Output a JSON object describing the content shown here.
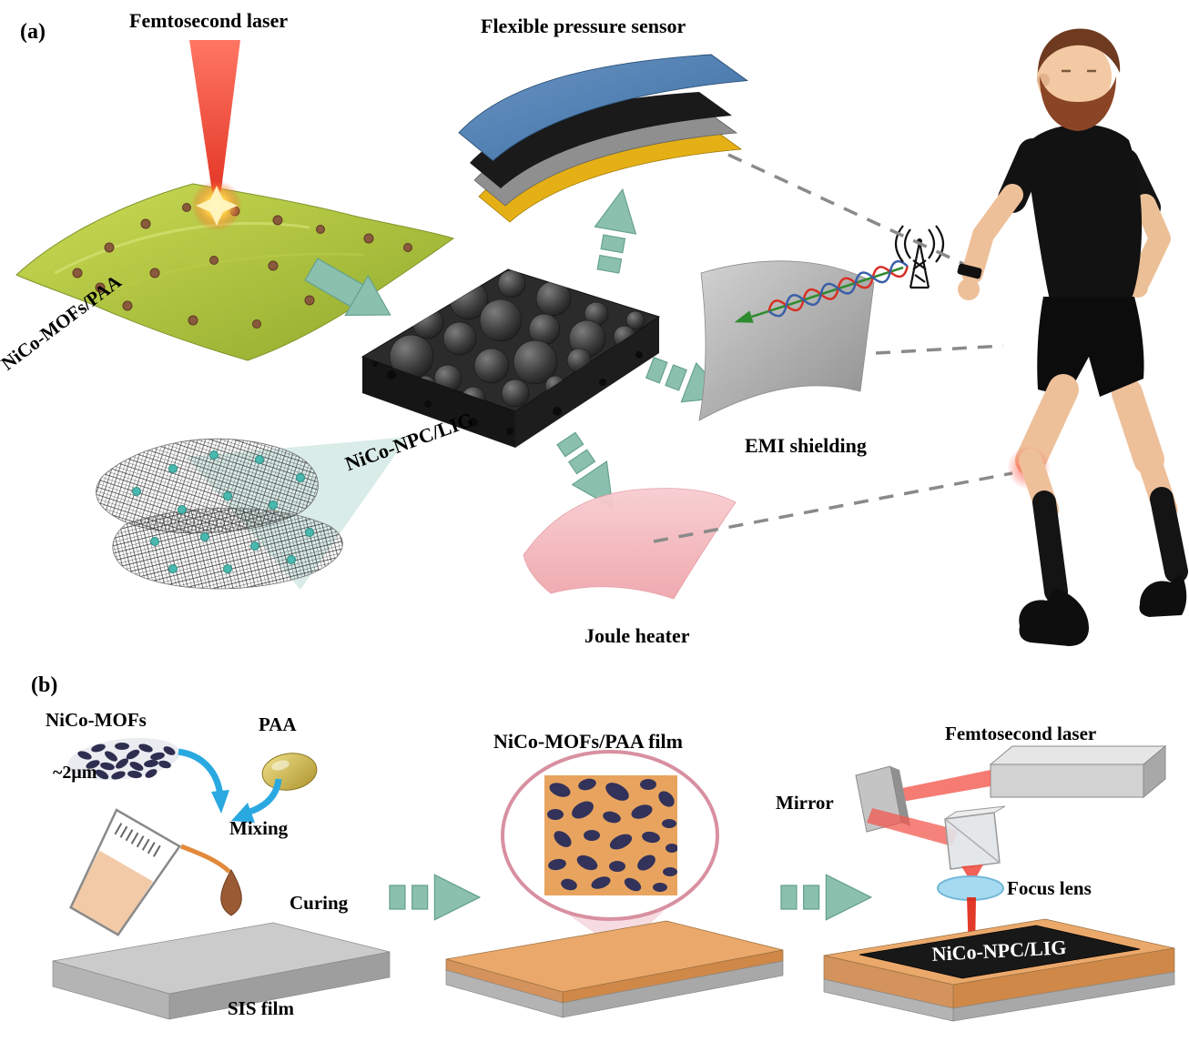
{
  "figure": {
    "panel_a": {
      "tag": "(a)",
      "labels": {
        "femtosecond_laser": "Femtosecond laser",
        "nico_mofs_paa": "NiCo-MOFs/PAA",
        "nico_npc_lig": "NiCo-NPC/LIG",
        "flexible_pressure_sensor": "Flexible pressure sensor",
        "emi_shielding": "EMI shielding",
        "joule_heater": "Joule heater"
      }
    },
    "panel_b": {
      "tag": "(b)",
      "labels": {
        "nico_mofs": "NiCo-MOFs",
        "particle_size": "~2μm",
        "paa": "PAA",
        "mixing": "Mixing",
        "curing": "Curing",
        "sis_film": "SIS film",
        "nico_mofs_paa_film": "NiCo-MOFs/PAA film",
        "femtosecond_laser": "Femtosecond laser",
        "mirror": "Mirror",
        "focus_lens": "Focus lens",
        "nico_npc_lig": "NiCo-NPC/LIG"
      }
    },
    "icons": {
      "antenna": "antenna-icon"
    },
    "colors": {
      "laser_red": "#e8372b",
      "film_green": "#a9bf3a",
      "teal_arrow": "#8cc0ae",
      "sensor_blue": "#4a7fb0",
      "sensor_yellow": "#e5b015",
      "emi_gray": "#a0a0a0",
      "heater_pink": "#f2b9bd",
      "mof_navy": "#2e2e50",
      "substrate_orange": "#eaa86b",
      "mix_orange": "#e2893c",
      "lens_blue": "#a6daf0",
      "mixing_arrow_blue": "#2aa9e0"
    }
  }
}
